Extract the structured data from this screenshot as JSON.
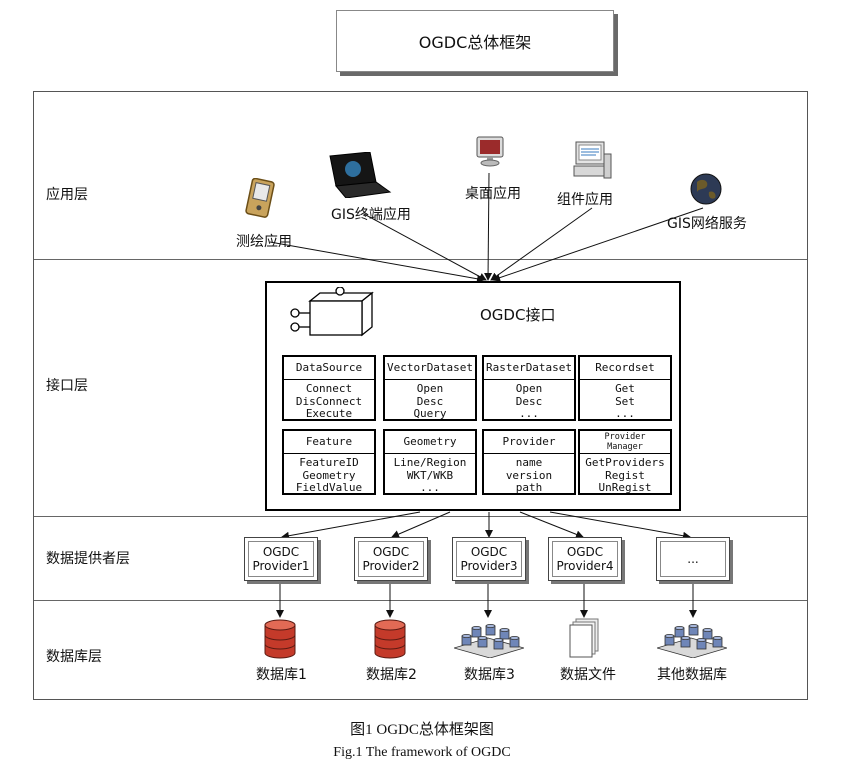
{
  "title": "OGDC总体框架",
  "layers": {
    "application": "应用层",
    "interface": "接口层",
    "provider": "数据提供者层",
    "database": "数据库层"
  },
  "applications": [
    {
      "label": "测绘应用",
      "icon": "pda-icon"
    },
    {
      "label": "GIS终端应用",
      "icon": "laptop-icon"
    },
    {
      "label": "桌面应用",
      "icon": "desktop-monitor-icon"
    },
    {
      "label": "组件应用",
      "icon": "computer-icon"
    },
    {
      "label": "GIS网络服务",
      "icon": "globe-icon"
    }
  ],
  "interface": {
    "title": "OGDC接口",
    "modules": [
      {
        "name": "DataSource",
        "items": [
          "Connect",
          "DisConnect",
          "Execute"
        ]
      },
      {
        "name": "VectorDataset",
        "items": [
          "Open",
          "Desc",
          "Query"
        ]
      },
      {
        "name": "RasterDataset",
        "items": [
          "Open",
          "Desc",
          "..."
        ]
      },
      {
        "name": "Recordset",
        "items": [
          "Get",
          "Set",
          "..."
        ]
      },
      {
        "name": "Feature",
        "items": [
          "FeatureID",
          "Geometry",
          "FieldValue"
        ]
      },
      {
        "name": "Geometry",
        "items": [
          "Line/Region",
          "WKT/WKB",
          "..."
        ]
      },
      {
        "name": "Provider",
        "items": [
          "name",
          "version",
          "path"
        ]
      },
      {
        "name_line1": "Provider",
        "name_line2": "Manager",
        "items": [
          "GetProviders",
          "Regist",
          "UnRegist"
        ]
      }
    ]
  },
  "providers": [
    {
      "line1": "OGDC",
      "line2": "Provider1"
    },
    {
      "line1": "OGDC",
      "line2": "Provider2"
    },
    {
      "line1": "OGDC",
      "line2": "Provider3"
    },
    {
      "line1": "OGDC",
      "line2": "Provider4"
    },
    {
      "line1": "...",
      "line2": ""
    }
  ],
  "databases": [
    {
      "label": "数据库1",
      "icon": "database-cylinder-icon"
    },
    {
      "label": "数据库2",
      "icon": "database-cylinder-icon"
    },
    {
      "label": "数据库3",
      "icon": "database-cluster-icon"
    },
    {
      "label": "数据文件",
      "icon": "data-file-icon"
    },
    {
      "label": "其他数据库",
      "icon": "database-cluster-icon"
    }
  ],
  "caption": {
    "cn": "图1  OGDC总体框架图",
    "en": "Fig.1   The framework of OGDC"
  }
}
